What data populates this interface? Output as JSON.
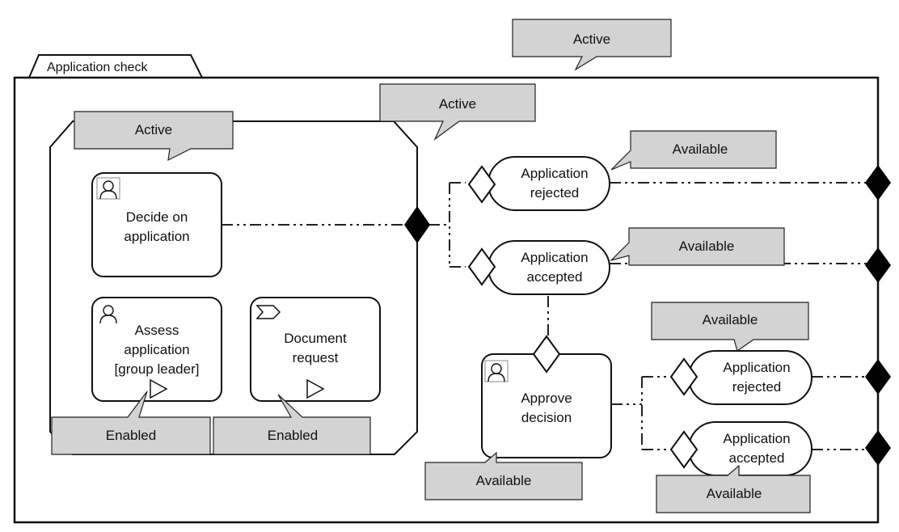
{
  "stage": {
    "title": "Application check",
    "state": "Active"
  },
  "substage": {
    "state": "Active"
  },
  "tasks": {
    "decide": {
      "line1": "Decide on",
      "line2": "application",
      "icon": "user-icon"
    },
    "assess": {
      "line1": "Assess",
      "line2": "application",
      "line3": "[group leader]",
      "icon": "user-icon",
      "state": "Enabled"
    },
    "document": {
      "line1": "Document",
      "line2": "request",
      "icon": "process-icon",
      "state": "Enabled"
    },
    "approve": {
      "line1": "Approve",
      "line2": "decision",
      "icon": "user-icon",
      "state": "Available"
    }
  },
  "milestones": {
    "rejected1": {
      "line1": "Application",
      "line2": "rejected",
      "state": "Available"
    },
    "accepted1": {
      "line1": "Application",
      "line2": "accepted",
      "state": "Available"
    },
    "rejected2": {
      "line1": "Application",
      "line2": "rejected",
      "state": "Available"
    },
    "accepted2": {
      "line1": "Application",
      "line2": "accepted",
      "state": "Available"
    }
  },
  "colors": {
    "callout": "#d3d3d3",
    "stroke": "#111111",
    "sentry": "#000000"
  }
}
